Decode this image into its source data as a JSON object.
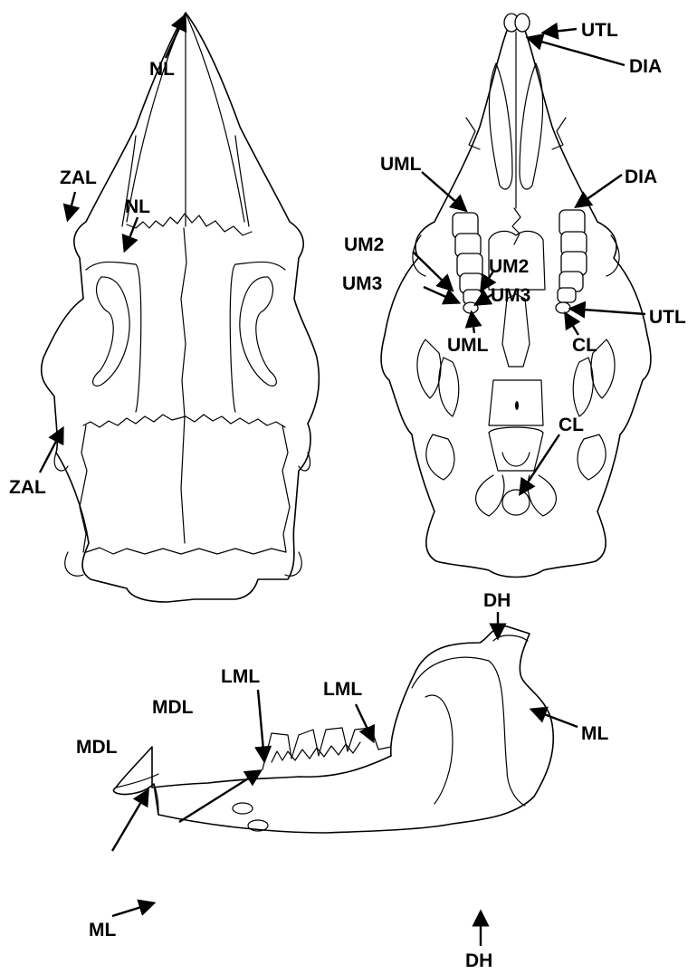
{
  "figure": {
    "dorsal_view": {
      "labels": [
        "NL",
        "ZAL",
        "NL",
        "ZAL"
      ]
    },
    "ventral_view": {
      "labels": [
        "UTL",
        "DIA",
        "UML",
        "DIA",
        "UM2",
        "UM2",
        "UM3",
        "UM3",
        "UTL",
        "UML",
        "CL",
        "CL"
      ]
    },
    "mandible_lateral_view": {
      "labels": [
        "DH",
        "ML",
        "LML",
        "LML",
        "MDL",
        "MDL",
        "ML",
        "DH"
      ]
    }
  }
}
